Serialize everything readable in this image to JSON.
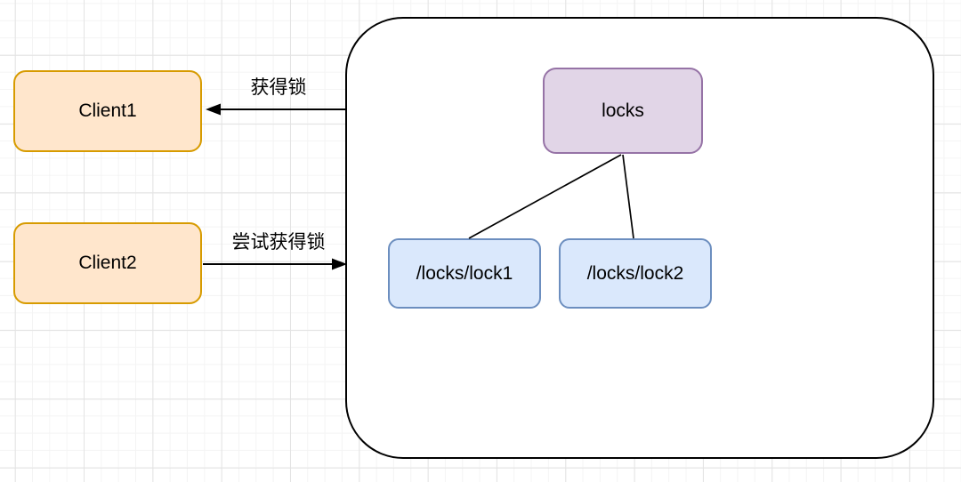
{
  "diagram": {
    "nodes": {
      "client1": {
        "label": "Client1"
      },
      "client2": {
        "label": "Client2"
      },
      "locks": {
        "label": "locks"
      },
      "lock1": {
        "label": "/locks/lock1"
      },
      "lock2": {
        "label": "/locks/lock2"
      }
    },
    "edges": {
      "acquire": {
        "label": "获得锁",
        "from": "lock-service-container",
        "to": "client1"
      },
      "try_acquire": {
        "label": "尝试获得锁",
        "from": "client2",
        "to": "lock-service-container"
      },
      "locks_to_lock1": {
        "from": "locks",
        "to": "lock1"
      },
      "locks_to_lock2": {
        "from": "locks",
        "to": "lock2"
      }
    },
    "colors": {
      "client_fill": "#FFE6CC",
      "client_border": "#D79B00",
      "locks_fill": "#E1D5E7",
      "locks_border": "#9673A6",
      "lock_node_fill": "#DAE8FC",
      "lock_node_border": "#6C8EBF",
      "container_border": "#000000",
      "edge_line": "#000000",
      "grid_minor": "#f4f4f4",
      "grid_major": "#e3e3e3",
      "text": "#000000"
    }
  }
}
